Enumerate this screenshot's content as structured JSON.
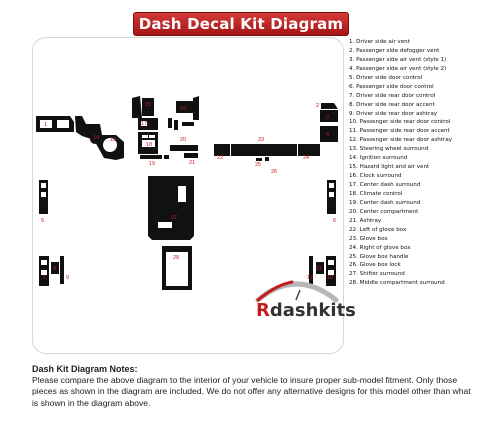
{
  "title": "Dash Decal Kit Diagram",
  "legend": [
    "1. Driver side air vent",
    "2. Passenger side defogger vent",
    "3. Passenger side air vent (style 1)",
    "4. Passenger side air vent (style 2)",
    "5. Driver side door control",
    "6. Passenger side door control",
    "7. Driver side rear door control",
    "8. Driver side rear door accent",
    "9. Driver side rear door ashtray",
    "10. Passenger side rear door control",
    "11. Passenger side rear door accent",
    "12. Passenger side rear door ashtray",
    "13. Steering wheel surround",
    "14. Ignition surround",
    "15. Hazard light and air vent",
    "16. Clock surround",
    "17. Center dash surround",
    "18. Climate control",
    "19. Center dash surround",
    "20. Center compartment",
    "21. Ashtray",
    "22. Left of glove box",
    "23. Glove box",
    "24. Right of glove box",
    "25. Glove box handle",
    "26. Glove box lock",
    "27. Shifter surround",
    "28. Middle compartment surround"
  ],
  "part_labels": {
    "p1": "1",
    "p2": "2",
    "p3": "3",
    "p4": "4",
    "p5": "5",
    "p6": "6",
    "p7": "7",
    "p8": "8",
    "p9": "9",
    "p10": "10",
    "p11": "11",
    "p12": "12",
    "p13": "13",
    "p14": "14",
    "p15": "15",
    "p16": "16",
    "p17": "17",
    "p18": "18",
    "p19": "19",
    "p20": "20",
    "p21": "21",
    "p22": "22",
    "p23": "23",
    "p24": "24",
    "p25": "25",
    "p26": "26",
    "p27": "27",
    "p28": "28"
  },
  "brand": {
    "prefix": "R",
    "rest": "dashkits"
  },
  "notes": {
    "title": "Dash Kit Diagram Notes:",
    "body": "Please compare the above diagram to the interior of your vehicle to insure proper sub-model fitment. Only those pieces as shown in the diagram are included. We do not offer any alternative designs for this model other than what is shown in the diagram above."
  },
  "colors": {
    "banner": "#c21d1d",
    "parts": "#111111",
    "labels": "#c21d1d"
  }
}
